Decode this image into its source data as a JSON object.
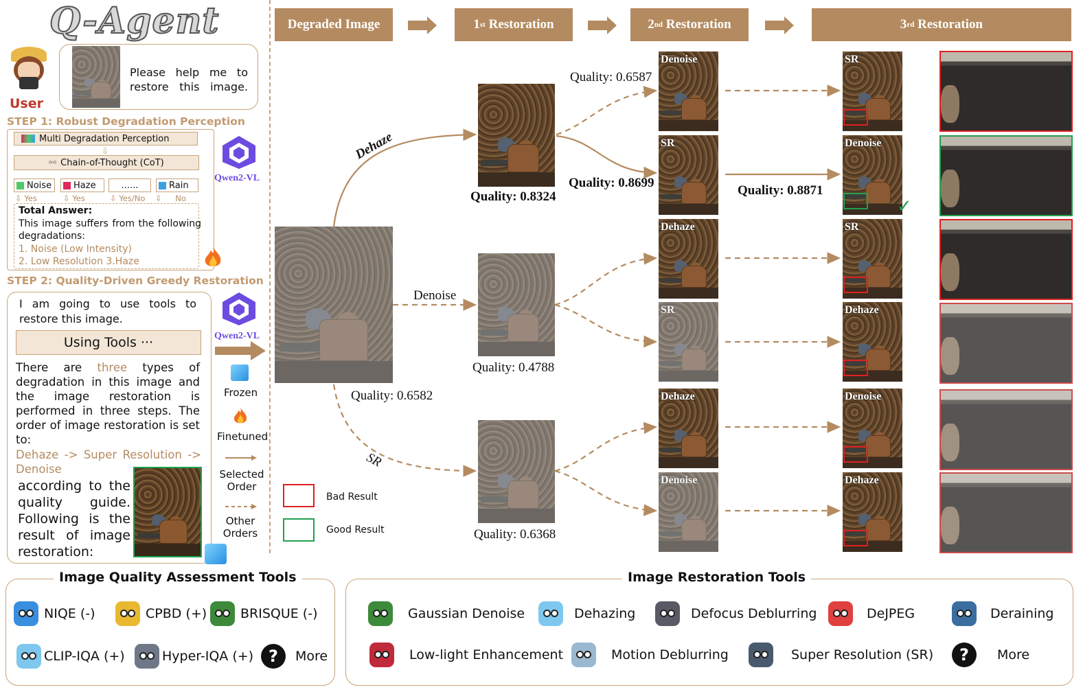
{
  "title": "Q-Agent",
  "user": {
    "label": "User",
    "prompt": "Please help me to restore this image."
  },
  "step1": {
    "title": "STEP 1: Robust Degradation Perception",
    "multi_degradation": "Multi Degradation Perception",
    "cot": "Chain-of-Thought (CoT)",
    "degradations": [
      {
        "name": "Noise",
        "answer": "Yes",
        "color": "#4fc86a"
      },
      {
        "name": "Haze",
        "answer": "Yes",
        "color": "#e0285a"
      },
      {
        "name": "......",
        "answer": "Yes/No",
        "color": ""
      },
      {
        "name": "Rain",
        "answer": "No",
        "color": "#3aa0e0"
      }
    ],
    "total_answer_title": "Total Answer:",
    "total_answer_text": "This image suffers from the following degradations:",
    "item1": "1. Noise (Low Intensity)",
    "item2": "2. Low Resolution 3.Haze",
    "model": "Qwen2-VL"
  },
  "step2": {
    "title": "STEP 2: Quality-Driven Greedy Restoration",
    "intro": "I am going to use tools to restore this image.",
    "using_tools": "Using Tools ···",
    "p1_a": "There are",
    "p1_three": "three",
    "p1_b": "types of degradation in this image and the image restoration is performed in three steps. The order of image restoration is set to:",
    "order": "Dehaze -> Super Resolution -> Denoise",
    "p2": "according to the quality guide. Following is the result of image restoration:",
    "model": "Qwen2-VL"
  },
  "legend": {
    "frozen": "Frozen",
    "finetuned": "Finetuned",
    "selected_order": "Selected Order",
    "other_orders": "Other Orders",
    "bad_result": "Bad Result",
    "good_result": "Good Result"
  },
  "header": {
    "degraded": "Degraded Image",
    "r1_a": "1",
    "r1_sup": "st",
    "r1_b": " Restoration",
    "r2_a": "2",
    "r2_sup": "nd",
    "r2_b": " Restoration",
    "r3_a": "3",
    "r3_sup": "rd",
    "r3_b": " Restoration"
  },
  "flow": {
    "branch_dehaze": "Dehaze",
    "branch_denoise": "Denoise",
    "branch_sr": "SR",
    "q_input": "Quality: 0.6582",
    "q_dehaze": "Quality: 0.8324",
    "q_denoise": "Quality: 0.4788",
    "q_sr": "Quality: 0.6368",
    "q_d_denoise": "Quality: 0.6587",
    "q_d_sr": "Quality: 0.8699",
    "q_final": "Quality: 0.8871",
    "second": [
      "Denoise",
      "SR",
      "Dehaze",
      "SR",
      "Dehaze",
      "Denoise"
    ],
    "third": [
      "SR",
      "Denoise",
      "SR",
      "Dehaze",
      "Denoise",
      "Dehaze"
    ],
    "check": "✓"
  },
  "iqa": {
    "title": "Image Quality Assessment Tools",
    "tools": [
      "NIQE (-)",
      "CPBD (+)",
      "BRISQUE (-)",
      "CLIP-IQA (+)",
      "Hyper-IQA (+)",
      "More"
    ]
  },
  "irt": {
    "title": "Image Restoration Tools",
    "tools": [
      "Gaussian Denoise",
      "Dehazing",
      "Defocus Deblurring",
      "DeJPEG",
      "Deraining",
      "Low-light Enhancement",
      "Motion Deblurring",
      "Super Resolution (SR)",
      "More"
    ]
  },
  "colors": {
    "accent": "#b48b60",
    "bad": "#e02020",
    "good": "#22a050"
  }
}
